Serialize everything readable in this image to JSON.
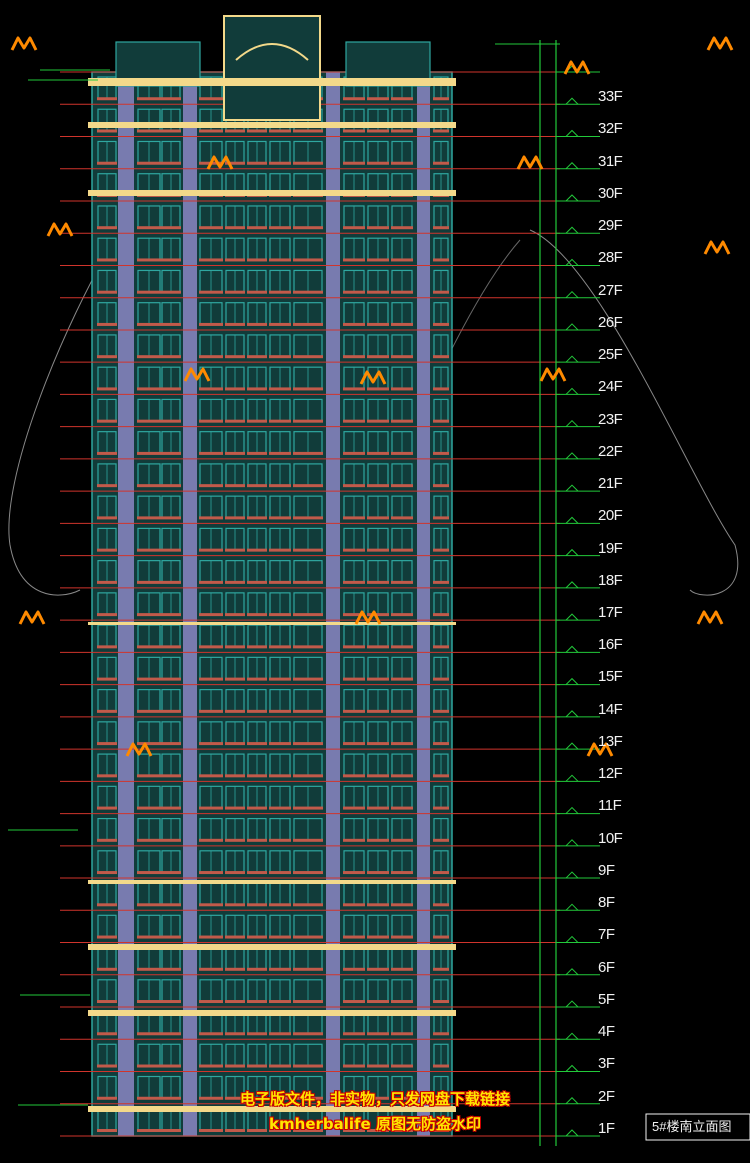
{
  "drawing": {
    "title": "5#楼南立面图",
    "floors": [
      "1F",
      "2F",
      "3F",
      "4F",
      "5F",
      "6F",
      "7F",
      "8F",
      "9F",
      "10F",
      "11F",
      "12F",
      "13F",
      "14F",
      "15F",
      "16F",
      "17F",
      "18F",
      "19F",
      "20F",
      "21F",
      "22F",
      "23F",
      "24F",
      "25F",
      "26F",
      "27F",
      "28F",
      "29F",
      "30F",
      "31F",
      "32F",
      "33F"
    ],
    "colors": {
      "background": "#000000",
      "facade_frame": "#2fa7a0",
      "floor_line": "#d0342c",
      "cornice": "#f3d98a",
      "pier": "#8b86c4",
      "dimension_line": "#22c93a",
      "glass": "#113c3a"
    }
  },
  "watermark": {
    "line1": "电子版文件，非实物，只发网盘下载链接",
    "line2": "kmherbalife 原图无防盗水印",
    "logo_icon": "orange-m-logo-icon"
  }
}
